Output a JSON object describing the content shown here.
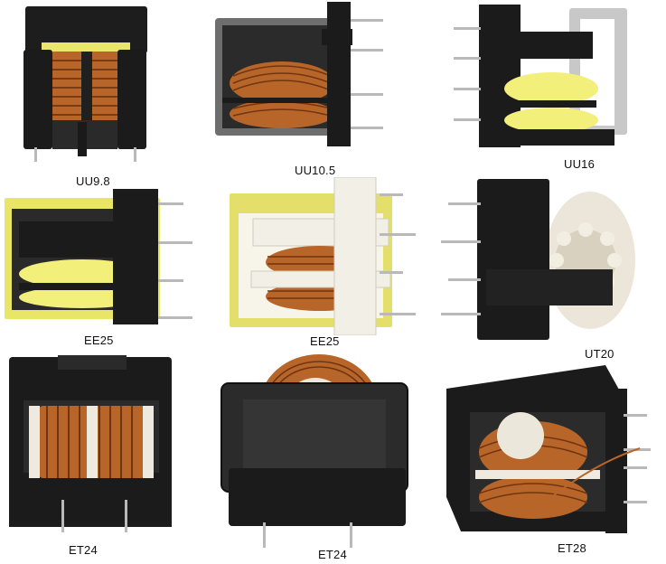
{
  "items": [
    {
      "label": "UU9.8"
    },
    {
      "label": "UU10.5"
    },
    {
      "label": "UU16"
    },
    {
      "label": "EE25"
    },
    {
      "label": "EE25"
    },
    {
      "label": "UT20"
    },
    {
      "label": "ET24"
    },
    {
      "label": "ET24"
    },
    {
      "label": "ET28"
    }
  ],
  "colors": {
    "background": "#ffffff",
    "bobbin_black": "#1b1b1b",
    "ferrite_gray": "#6e6e6e",
    "copper": "#b8652a",
    "yellow_tape": "#f2ef7a",
    "white_bobbin": "#f1efe6",
    "pin_silver": "#b9b9b9"
  }
}
